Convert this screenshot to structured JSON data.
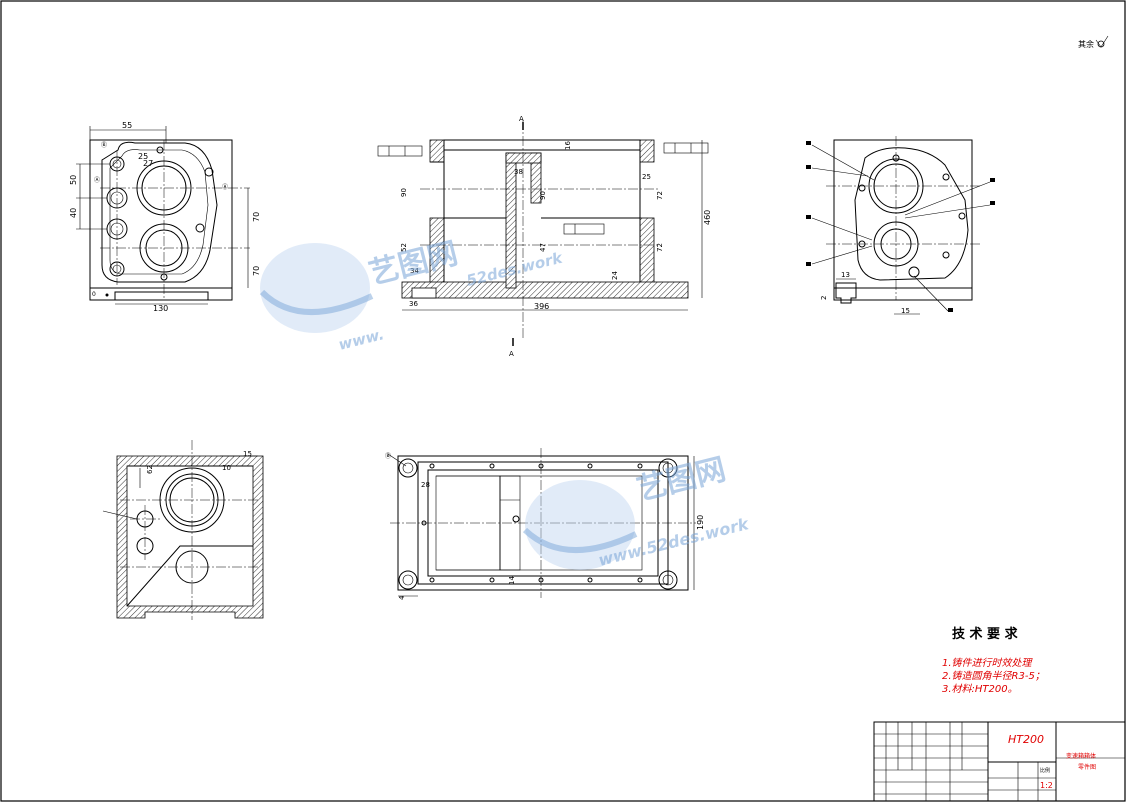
{
  "corner_mark": "其余",
  "watermark": {
    "brand": "艺图网",
    "url1": "52des.work",
    "url2": "www.52des.work"
  },
  "colors": {
    "red": "#e00000",
    "line": "#000000",
    "watermark": "#7aa6d8"
  },
  "view_left": {
    "dims": [
      "55",
      "27",
      "25",
      "50",
      "40",
      "70",
      "70",
      "130"
    ]
  },
  "view_front": {
    "dims": [
      "460",
      "396",
      "38",
      "25",
      "24",
      "34",
      "36",
      "90",
      "90",
      "52",
      "47",
      "72",
      "72",
      "16"
    ],
    "section_top": "A",
    "section_bottom": "A"
  },
  "view_right": {
    "dims": [
      "13",
      "2",
      "15"
    ]
  },
  "view_section": {
    "dims": [
      "10",
      "15",
      "62"
    ]
  },
  "view_bottom": {
    "dims": [
      "190",
      "14",
      "28",
      "4"
    ]
  },
  "tech_req": {
    "title": "技 术 要 求",
    "items": [
      "1.铸件进行时效处理",
      "2.铸造圆角半径R3-5；",
      "3.材料:HT200。"
    ]
  },
  "title_block": {
    "material": "HT200",
    "name_line1": "变速箱箱体",
    "name_line2": "零件图",
    "scale": "1:2",
    "scale_label": "比例"
  }
}
